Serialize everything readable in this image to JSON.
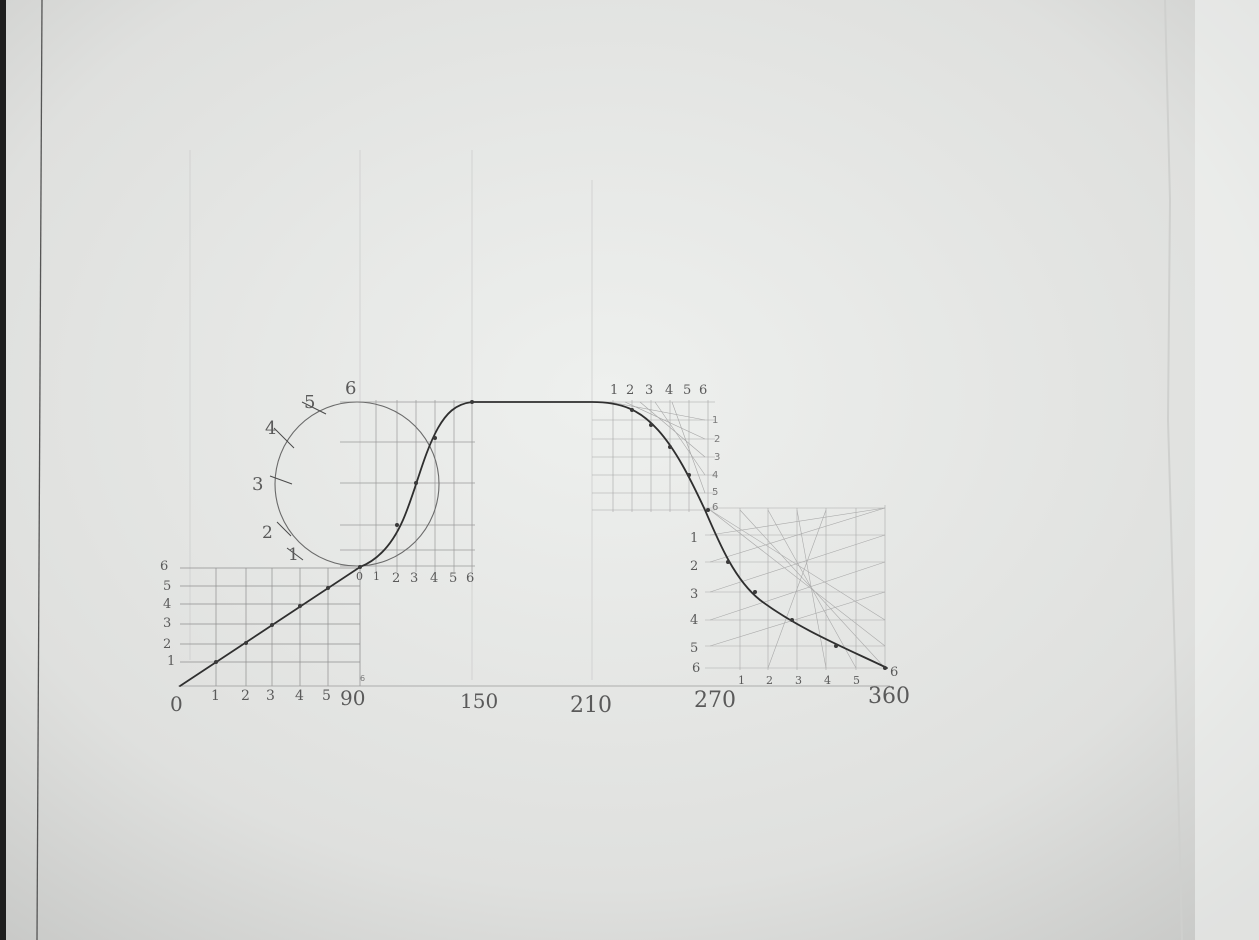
{
  "drawing": {
    "x_axis_labels": {
      "origin": "0",
      "rise_divisions": [
        "1",
        "2",
        "3",
        "4",
        "5"
      ],
      "end_rise": "90",
      "dwell_start": "150",
      "dwell_end": "210",
      "return_mid": "270",
      "end": "360"
    },
    "left_grid_labels": [
      "1",
      "2",
      "3",
      "4",
      "5",
      "6"
    ],
    "circle_labels": [
      "1",
      "2",
      "3",
      "4",
      "5",
      "6"
    ],
    "rise_grid_labels": [
      "0",
      "1",
      "2",
      "3",
      "4",
      "5",
      "6"
    ],
    "return_top_labels": [
      "1",
      "2",
      "3",
      "4",
      "5",
      "6"
    ],
    "return_right_labels": [
      "1",
      "2",
      "3",
      "4",
      "5",
      "6"
    ],
    "return_left_labels": [
      "1",
      "2",
      "3",
      "4",
      "5",
      "6"
    ],
    "return_bottom_labels": [
      "1",
      "2",
      "3",
      "4",
      "5",
      "6"
    ],
    "small_mark_90": "6"
  },
  "colors": {
    "paper": "#e3e4e2",
    "pencil": "#3d3d3d",
    "faint": "#b8b8b8"
  }
}
